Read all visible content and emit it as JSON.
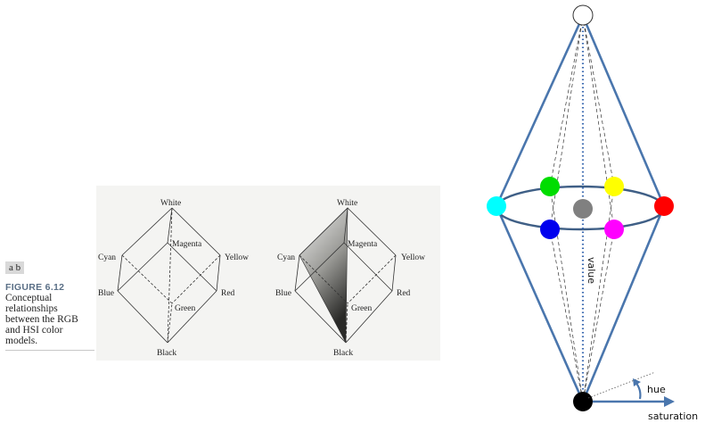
{
  "caption": {
    "panel_tags": "a  b",
    "figure_number": "FIGURE 6.12",
    "text": [
      "Conceptual",
      "relationships",
      "between the RGB",
      "and HSI color",
      "models."
    ]
  },
  "cube_labels": {
    "white": "White",
    "magenta": "Magenta",
    "cyan": "Cyan",
    "yellow": "Yellow",
    "blue": "Blue",
    "red": "Red",
    "green": "Green",
    "black": "Black"
  },
  "hsi_labels": {
    "value": "value",
    "hue": "hue",
    "saturation": "saturation"
  },
  "colors": {
    "cone_edge": "#4a76ad",
    "value_axis": "#3b6ab0",
    "white": "#ffffff",
    "black": "#000000",
    "cyan": "#00ffff",
    "green": "#00dd00",
    "yellow": "#ffff00",
    "red": "#ff0000",
    "blue": "#0000ee",
    "magenta": "#ff00ff",
    "gray": "#808080"
  }
}
